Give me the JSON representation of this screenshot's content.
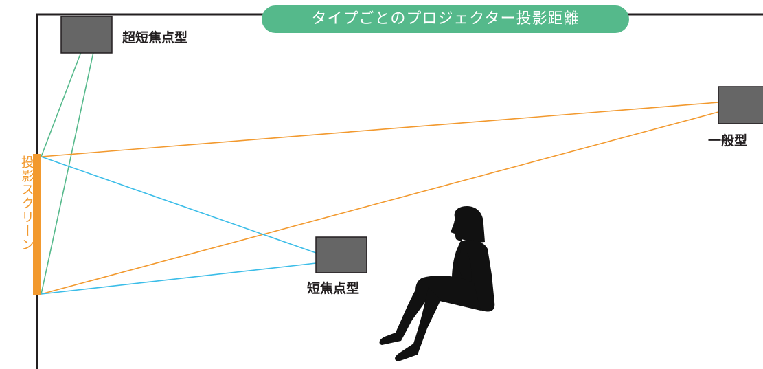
{
  "title": "タイプごとのプロジェクター投影距離",
  "screen_label": "投影スクリーン",
  "projectors": {
    "ultra_short": {
      "label": "超短焦点型"
    },
    "short": {
      "label": "短焦点型"
    },
    "standard": {
      "label": "一般型"
    }
  },
  "colors": {
    "title_background": "#55b98b",
    "ultra_short_lines": "#55b98b",
    "short_lines": "#3bbde8",
    "standard_lines": "#f2992e",
    "screen": "#f2992e",
    "projector_body": "#666666",
    "silhouette": "#111111"
  },
  "icons": {
    "person": "seated-person-silhouette"
  }
}
